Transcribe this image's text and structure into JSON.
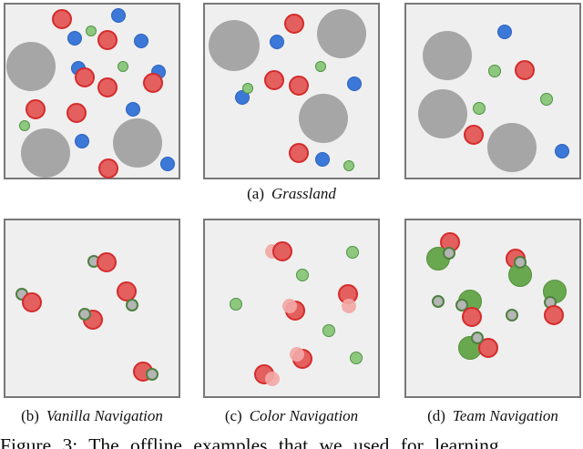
{
  "captions": {
    "a": {
      "index": "(a)",
      "name": "Grassland"
    },
    "b": {
      "index": "(b)",
      "name": "Vanilla Navigation"
    },
    "c": {
      "index": "(c)",
      "name": "Color Navigation"
    },
    "d": {
      "index": "(d)",
      "name": "Team Navigation"
    }
  },
  "figure_caption": "Figure 3: The offline examples that we used for learning",
  "colors": {
    "panel_background": "#efefef",
    "panel_border": "#787878",
    "gray_obstacle": "#a6a6a6",
    "red_agent_fill": "#e3605f",
    "red_agent_border": "#d52b2b",
    "blue_agent_fill": "#3c78d8",
    "blue_agent_border": "#2b61bd",
    "green_food_fill": "#8dc87e",
    "green_food_border": "#4f9344",
    "landmark_fill": "#b5b5b5",
    "landmark_border": "#4e8040",
    "pink_ghost_fill": "#f2a8a6",
    "green_agent_fill": "#6aa84f",
    "green_agent_border": "#55913d"
  },
  "panels": [
    {
      "id": "grassland-1",
      "circles": [
        [
          28,
          68,
          27,
          "obstacle"
        ],
        [
          44,
          163,
          27,
          "obstacle"
        ],
        [
          145,
          152,
          27,
          "obstacle"
        ],
        [
          124,
          12,
          8,
          "blue"
        ],
        [
          76,
          37,
          8,
          "blue"
        ],
        [
          149,
          40,
          8,
          "blue"
        ],
        [
          80,
          70,
          8,
          "blue"
        ],
        [
          168,
          74,
          8,
          "blue"
        ],
        [
          140,
          115,
          8,
          "blue"
        ],
        [
          84,
          150,
          8,
          "blue"
        ],
        [
          178,
          175,
          8,
          "blue"
        ],
        [
          94,
          29,
          6,
          "food"
        ],
        [
          129,
          68,
          6,
          "food"
        ],
        [
          21,
          133,
          6,
          "food"
        ],
        [
          62,
          16,
          11,
          "red"
        ],
        [
          112,
          39,
          11,
          "red"
        ],
        [
          87,
          80,
          11,
          "red"
        ],
        [
          112,
          91,
          11,
          "red"
        ],
        [
          162,
          86,
          11,
          "red"
        ],
        [
          33,
          115,
          11,
          "red"
        ],
        [
          78,
          119,
          11,
          "red"
        ],
        [
          113,
          180,
          11,
          "red"
        ]
      ]
    },
    {
      "id": "grassland-2",
      "circles": [
        [
          32,
          45,
          28,
          "obstacle"
        ],
        [
          150,
          32,
          27,
          "obstacle"
        ],
        [
          130,
          125,
          27,
          "obstacle"
        ],
        [
          79,
          41,
          8,
          "blue"
        ],
        [
          41,
          102,
          8,
          "blue"
        ],
        [
          164,
          87,
          8,
          "blue"
        ],
        [
          129,
          170,
          8,
          "blue"
        ],
        [
          127,
          68,
          6,
          "food"
        ],
        [
          47,
          92,
          6,
          "food"
        ],
        [
          158,
          177,
          6,
          "food"
        ],
        [
          98,
          21,
          11,
          "red"
        ],
        [
          76,
          83,
          11,
          "red"
        ],
        [
          103,
          89,
          11,
          "red"
        ],
        [
          103,
          163,
          11,
          "red"
        ]
      ]
    },
    {
      "id": "grassland-3",
      "circles": [
        [
          45,
          56,
          27,
          "obstacle"
        ],
        [
          40,
          120,
          27,
          "obstacle"
        ],
        [
          116,
          157,
          27,
          "obstacle"
        ],
        [
          108,
          30,
          8,
          "blue"
        ],
        [
          171,
          161,
          8,
          "blue"
        ],
        [
          97,
          73,
          7,
          "food"
        ],
        [
          154,
          104,
          7,
          "food"
        ],
        [
          80,
          114,
          7,
          "food"
        ],
        [
          130,
          72,
          11,
          "red"
        ],
        [
          74,
          143,
          11,
          "red"
        ]
      ]
    },
    {
      "id": "vanilla-navigation",
      "circles": [
        [
          97,
          45,
          7,
          "landmark"
        ],
        [
          111,
          46,
          11,
          "red"
        ],
        [
          18,
          81,
          7,
          "landmark"
        ],
        [
          29,
          90,
          11,
          "red"
        ],
        [
          133,
          78,
          11,
          "red"
        ],
        [
          139,
          93,
          7,
          "landmark"
        ],
        [
          96,
          109,
          11,
          "red"
        ],
        [
          87,
          103,
          7,
          "landmark"
        ],
        [
          151,
          166,
          11,
          "red"
        ],
        [
          161,
          169,
          7,
          "landmark"
        ]
      ]
    },
    {
      "id": "color-navigation",
      "circles": [
        [
          162,
          35,
          7,
          "food"
        ],
        [
          107,
          60,
          7,
          "food"
        ],
        [
          34,
          92,
          7,
          "food"
        ],
        [
          136,
          121,
          7,
          "food"
        ],
        [
          166,
          151,
          7,
          "food"
        ],
        [
          74,
          34,
          8,
          "pink"
        ],
        [
          85,
          34,
          11,
          "red"
        ],
        [
          157,
          81,
          11,
          "red"
        ],
        [
          158,
          94,
          8,
          "pink"
        ],
        [
          99,
          99,
          11,
          "red"
        ],
        [
          93,
          94,
          8,
          "pink"
        ],
        [
          107,
          152,
          11,
          "red"
        ],
        [
          101,
          147,
          8,
          "pink"
        ],
        [
          65,
          169,
          11,
          "red"
        ],
        [
          74,
          174,
          8,
          "pink"
        ]
      ]
    },
    {
      "id": "team-navigation",
      "circles": [
        [
          48,
          24,
          11,
          "red"
        ],
        [
          35,
          42,
          13,
          "green"
        ],
        [
          47,
          36,
          7,
          "landmark"
        ],
        [
          120,
          42,
          11,
          "red"
        ],
        [
          125,
          60,
          13,
          "green"
        ],
        [
          125,
          46,
          7,
          "landmark"
        ],
        [
          163,
          78,
          13,
          "green"
        ],
        [
          158,
          90,
          7,
          "landmark"
        ],
        [
          162,
          104,
          11,
          "red"
        ],
        [
          35,
          89,
          7,
          "landmark"
        ],
        [
          70,
          89,
          13,
          "green"
        ],
        [
          61,
          93,
          7,
          "landmark"
        ],
        [
          72,
          106,
          11,
          "red"
        ],
        [
          116,
          104,
          7,
          "landmark"
        ],
        [
          70,
          140,
          13,
          "green"
        ],
        [
          90,
          140,
          11,
          "red"
        ],
        [
          78,
          129,
          7,
          "landmark"
        ]
      ]
    }
  ]
}
